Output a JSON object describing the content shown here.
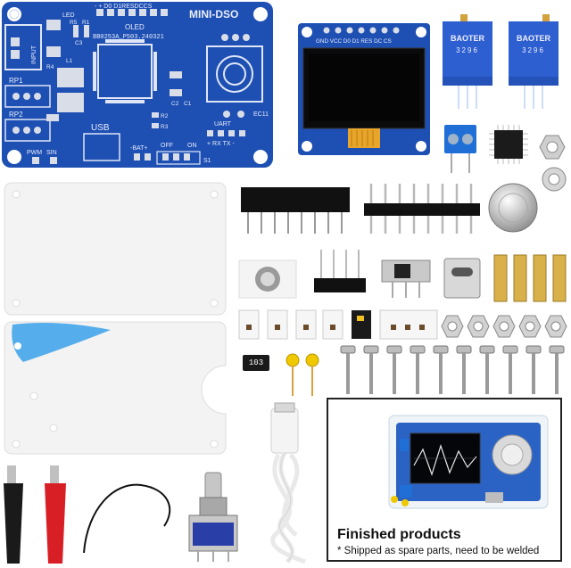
{
  "pcb": {
    "title": "MINI-DSO",
    "oled_label": "OLED",
    "pin_header_labels": "- + D0 D1RESDCCS",
    "batch_code": "BB0253A_P503.240321",
    "usb_label": "USB",
    "led_label": "LED",
    "input_label": "INPUT",
    "rp1_label": "RP1",
    "rp2_label": "RP2",
    "pwm_label": "PWM",
    "sin_label": "SIN",
    "bat_label": "-BAT+",
    "off_label": "OFF",
    "on_label": "ON",
    "uart_label": "UART",
    "rx_tx_label": "+ RX TX -",
    "s1_label": "S1",
    "ec11_label": "EC11",
    "r_labels": [
      "R5",
      "R1",
      "R2",
      "R3",
      "R4",
      "C3",
      "C1",
      "C2",
      "L1"
    ]
  },
  "oled": {
    "pin_labels": "GND VCC D0 D1 RES DC CS"
  },
  "trimpots": [
    {
      "brand": "BAOTER",
      "code": "3296"
    },
    {
      "brand": "BAOTER",
      "code": "3296"
    }
  ],
  "resistor_marking": "103",
  "inset": {
    "title": "Finished products",
    "note": "* Shipped as spare parts, need to be welded"
  },
  "colors": {
    "pcb_blue": "#1e4fb3",
    "trimpot_blue": "#2d5fd0",
    "acrylic": "#f2f2f2"
  }
}
